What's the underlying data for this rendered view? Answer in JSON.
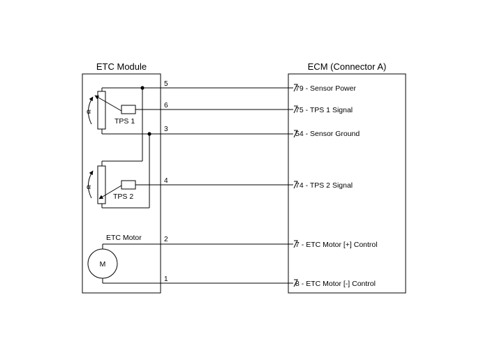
{
  "etc_module": {
    "title": "ETC Module",
    "tps1_label": "TPS 1",
    "tps2_label": "TPS 2",
    "angle_symbol": "α",
    "motor_label": "ETC Motor",
    "motor_symbol": "M"
  },
  "ecm": {
    "title": "ECM (Connector A)"
  },
  "wires": [
    {
      "pin": "5",
      "term": "79",
      "label": "Sensor Power"
    },
    {
      "pin": "6",
      "term": "75",
      "label": "TPS 1 Signal"
    },
    {
      "pin": "3",
      "term": "54",
      "label": "Sensor Ground"
    },
    {
      "pin": "4",
      "term": "74",
      "label": "TPS 2 Signal"
    },
    {
      "pin": "2",
      "term": "7",
      "label": "ETC Motor [+] Control"
    },
    {
      "pin": "1",
      "term": "8",
      "label": "ETC Motor [-] Control"
    }
  ],
  "separator": " - "
}
